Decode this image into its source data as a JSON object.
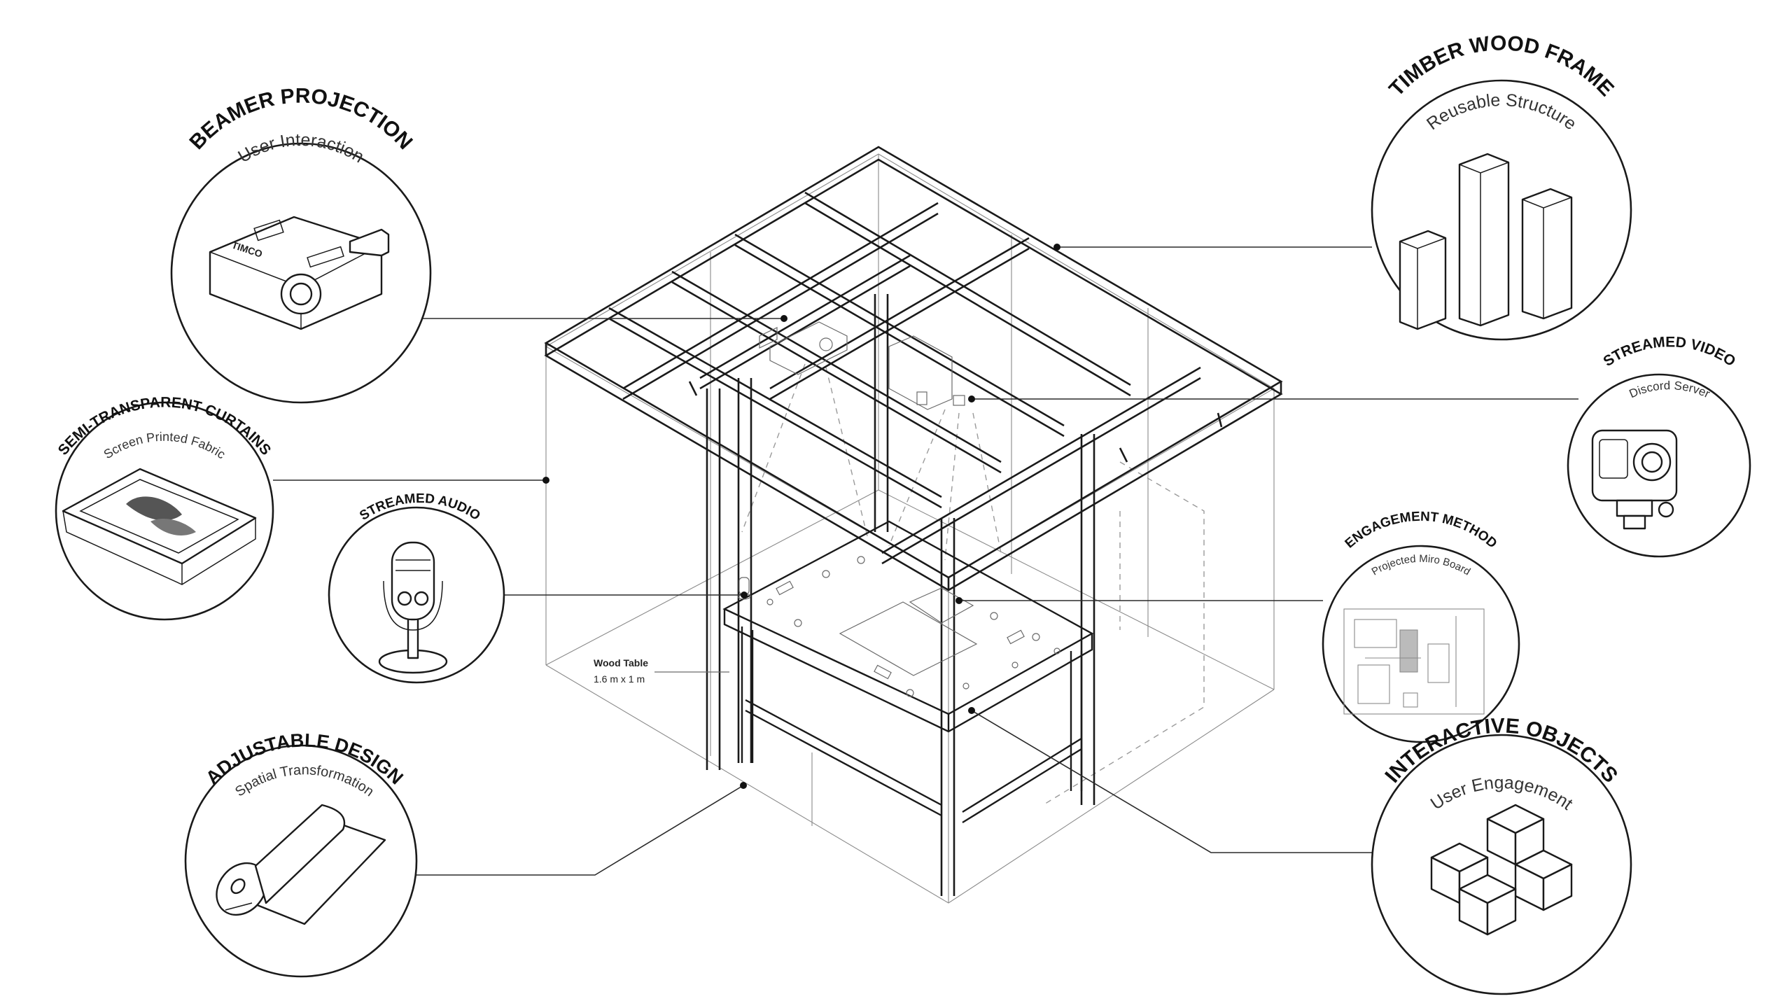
{
  "callouts": {
    "beamer": {
      "title": "BEAMER PROJECTION",
      "subtitle": "User Interaction",
      "icon": "projector-icon",
      "brand": "TIMCO"
    },
    "curtains": {
      "title": "SEMI-TRANSPARENT CURTAINS",
      "subtitle": "Screen Printed Fabric",
      "icon": "fabric-tray-icon"
    },
    "audio": {
      "title": "STREAMED AUDIO",
      "icon": "microphone-icon"
    },
    "adjustable": {
      "title": "ADJUSTABLE DESIGN",
      "subtitle": "Spatial Transformation",
      "icon": "fabric-roll-icon"
    },
    "timber": {
      "title": "TIMBER WOOD FRAME",
      "subtitle": "Reusable Structure",
      "icon": "timber-beams-icon"
    },
    "video": {
      "title": "STREAMED VIDEO",
      "subtitle": "Discord Server",
      "icon": "action-camera-icon"
    },
    "engagement": {
      "title": "ENGAGEMENT METHOD",
      "subtitle": "Projected Miro Board",
      "icon": "miro-board-icon"
    },
    "interactive": {
      "title": "INTERACTIVE OBJECTS",
      "subtitle": "User Engagement",
      "icon": "cubes-icon"
    }
  },
  "table_label": {
    "name": "Wood Table",
    "size": "1.6 m x 1 m"
  },
  "colors": {
    "ink": "#1a1a1a",
    "ghost": "#8a8a8a",
    "background": "#ffffff"
  }
}
